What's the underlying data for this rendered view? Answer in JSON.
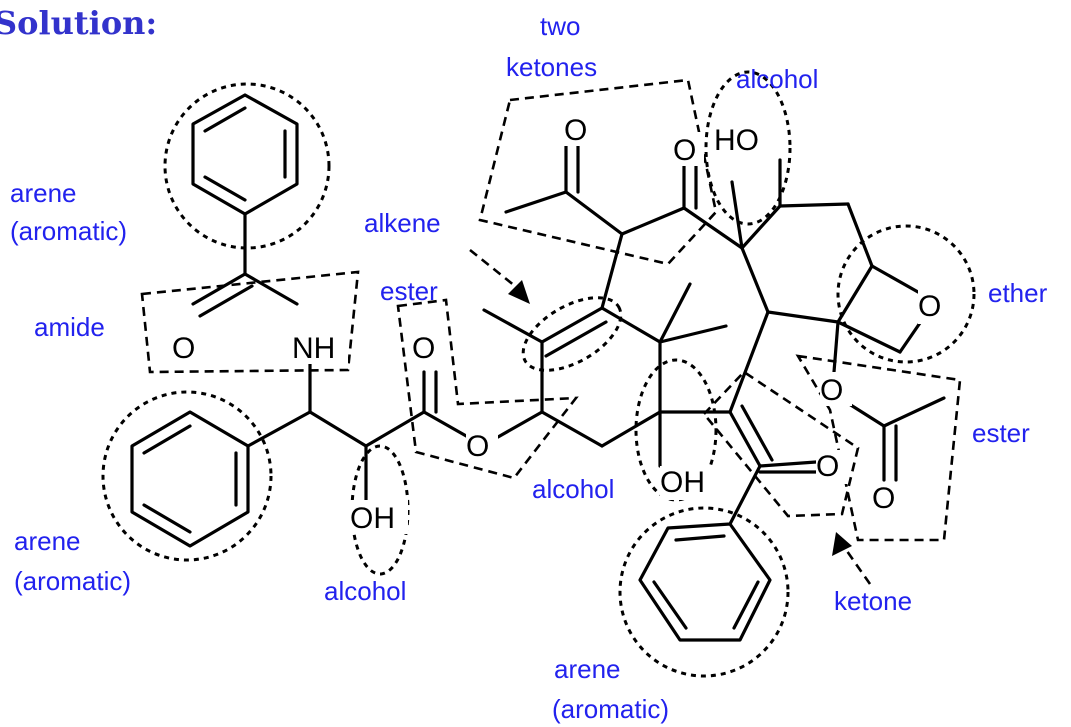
{
  "heading": "Solution:",
  "atoms": {
    "ketone_o1": "O",
    "ketone_o2": "O",
    "alcohol_top_o": "HO",
    "ether_o": "O",
    "amide_o": "O",
    "amide_n": "NH",
    "ester_co_o": "O",
    "ester_ring_o": "O",
    "alcohol_mid_o": "OH",
    "alcohol_left_o": "OH",
    "benzoyl_o": "O",
    "acetate_o": "O",
    "acetate_co_o": "O"
  },
  "labels": {
    "two_ketones_line1": "two",
    "two_ketones_line2": "ketones",
    "alcohol_top": "alcohol",
    "arene_top_line1": "arene",
    "arene_top_line2": "(aromatic)",
    "alkene": "alkene",
    "ester_left": "ester",
    "ether": "ether",
    "amide": "amide",
    "ester_right": "ester",
    "alcohol_mid": "alcohol",
    "arene_left_line1": "arene",
    "arene_left_line2": "(aromatic)",
    "alcohol_left": "alcohol",
    "ketone": "ketone",
    "arene_bottom_line1": "arene",
    "arene_bottom_line2": "(aromatic)"
  }
}
